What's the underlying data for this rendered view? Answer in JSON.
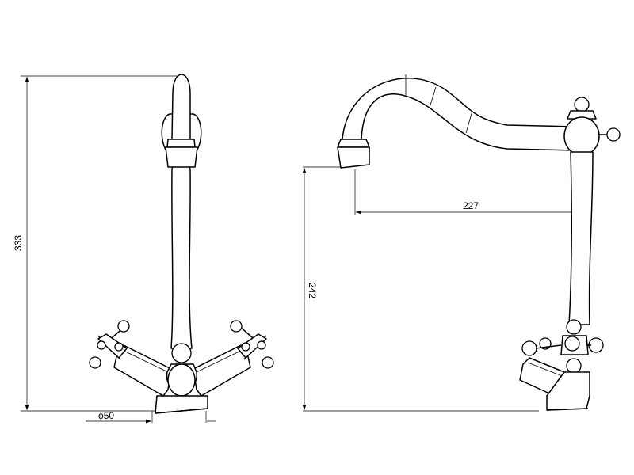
{
  "drawing": {
    "front_view": {
      "height_dim": "333",
      "base_dia_dim": "ϕ50"
    },
    "side_view": {
      "spout_reach_dim": "227",
      "spout_height_dim": "242"
    },
    "colors": {
      "line": "#000000",
      "background": "#ffffff"
    }
  }
}
